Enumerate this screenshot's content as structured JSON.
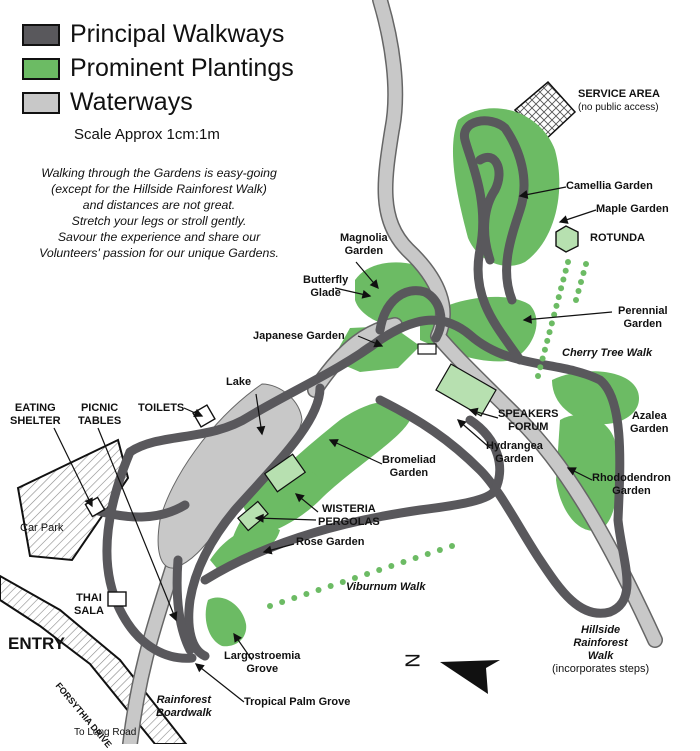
{
  "legend": {
    "walkways": "Principal Walkways",
    "plantings": "Prominent Plantings",
    "waterways": "Waterways",
    "colors": {
      "walkway": "#59585c",
      "planting": "#6cbb64",
      "waterway": "#c8c8c8"
    }
  },
  "scale": "Scale Approx 1cm:1m",
  "intro": [
    "Walking through the Gardens is easy-going",
    "(except for the Hillside Rainforest Walk)",
    "and distances are not great.",
    "Stretch your legs or stroll gently.",
    "Savour the experience and share our",
    "Volunteers' passion for our unique Gardens."
  ],
  "labels": {
    "service_area": "SERVICE AREA",
    "service_area_note": "(no public access)",
    "camellia": "Camellia Garden",
    "maple": "Maple Garden",
    "rotunda": "ROTUNDA",
    "magnolia_1": "Magnolia",
    "magnolia_2": "Garden",
    "butterfly_1": "Butterfly",
    "butterfly_2": "Glade",
    "perennial_1": "Perennial",
    "perennial_2": "Garden",
    "japanese": "Japanese Garden",
    "cherry": "Cherry Tree Walk",
    "lake": "Lake",
    "toilets": "TOILETS",
    "eating_1": "EATING",
    "eating_2": "SHELTER",
    "picnic_1": "PICNIC",
    "picnic_2": "TABLES",
    "speakers_1": "SPEAKERS",
    "speakers_2": "FORUM",
    "azalea_1": "Azalea",
    "azalea_2": "Garden",
    "hydrangea_1": "Hydrangea",
    "hydrangea_2": "Garden",
    "bromeliad_1": "Bromeliad",
    "bromeliad_2": "Garden",
    "rhododendron_1": "Rhododendron",
    "rhododendron_2": "Garden",
    "carpark": "Car Park",
    "wisteria_1": "WISTERIA",
    "wisteria_2": "PERGOLAS",
    "rose": "Rose Garden",
    "viburnum": "Viburnum Walk",
    "thai_1": "THAI",
    "thai_2": "SALA",
    "entry": "ENTRY",
    "forsythia": "FORSYTHIA DRIVE",
    "hillside_1": "Hillside",
    "hillside_2": "Rainforest",
    "hillside_3": "Walk",
    "hillside_note": "(incorporates steps)",
    "largo_1": "Largostroemia",
    "largo_2": "Grove",
    "rainforest_1": "Rainforest",
    "rainforest_2": "Boardwalk",
    "palm": "Tropical Palm Grove",
    "long_road": "To Long Road",
    "north": "N"
  }
}
